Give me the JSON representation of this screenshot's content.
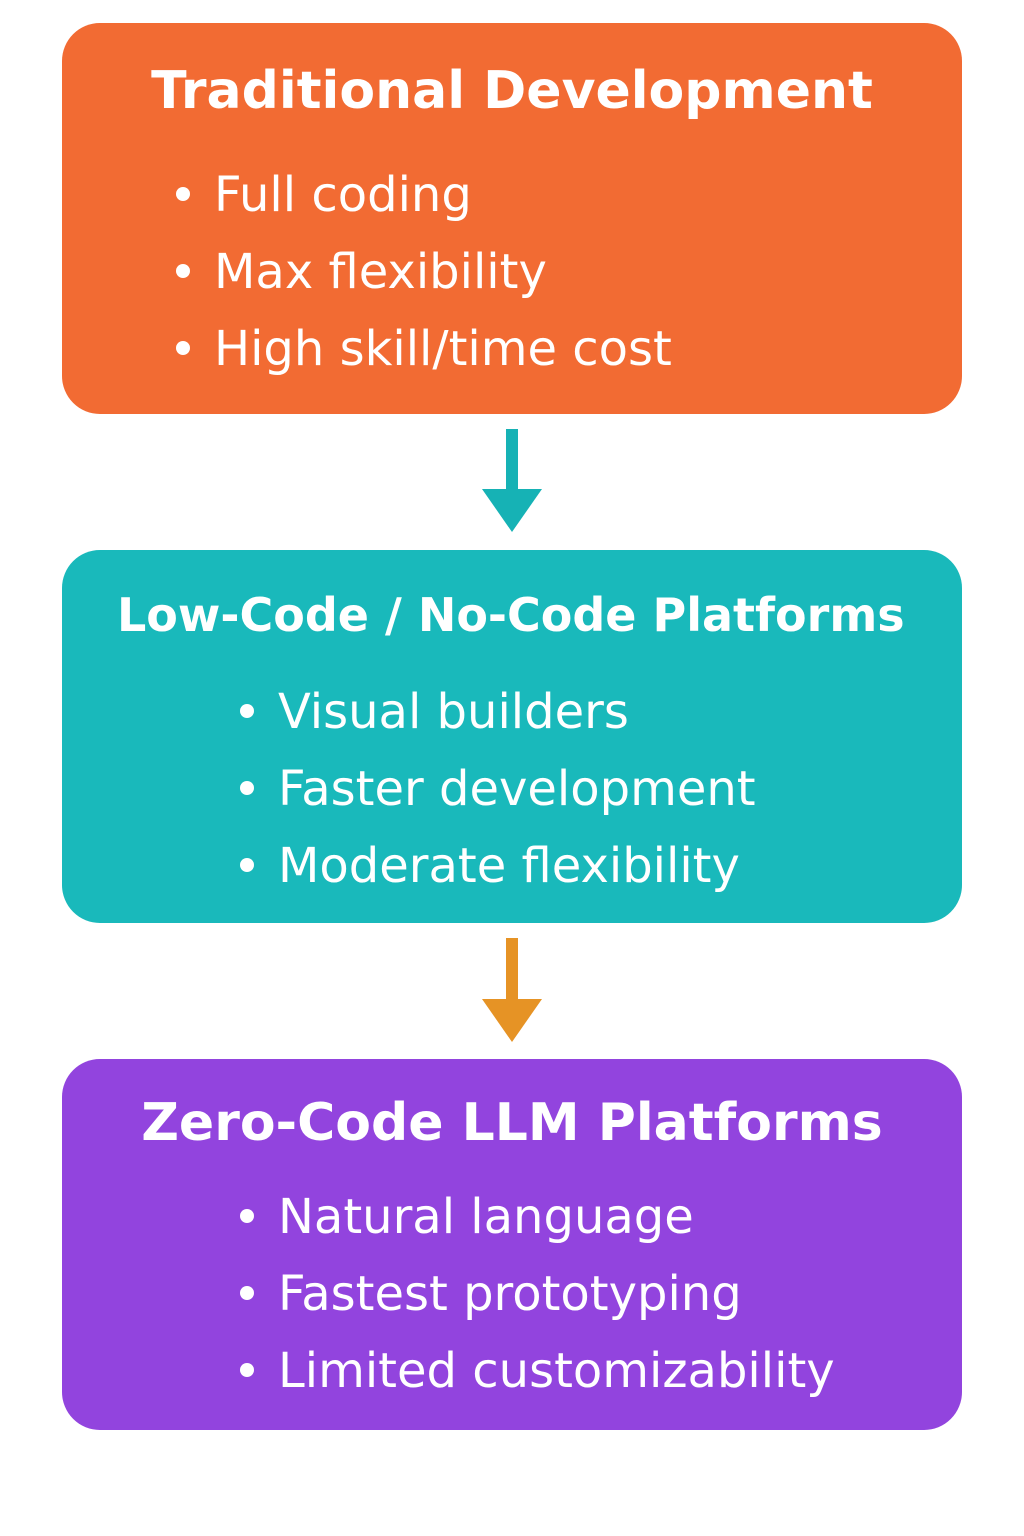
{
  "colors": {
    "traditional": "#f26b33",
    "low_code": "#19b9bb",
    "zero_code": "#9244de",
    "arrow_1": "#16b2b5",
    "arrow_2": "#e69325",
    "text": "#ffffff",
    "background": "#ffffff"
  },
  "stages": [
    {
      "title": "Traditional Development",
      "points": [
        "Full coding",
        "Max flexibility",
        "High skill/time cost"
      ]
    },
    {
      "title": "Low-Code / No-Code Platforms",
      "points": [
        "Visual builders",
        "Faster development",
        "Moderate flexibility"
      ]
    },
    {
      "title": "Zero-Code LLM Platforms",
      "points": [
        "Natural language",
        "Fastest prototyping",
        "Limited customizability"
      ]
    }
  ]
}
